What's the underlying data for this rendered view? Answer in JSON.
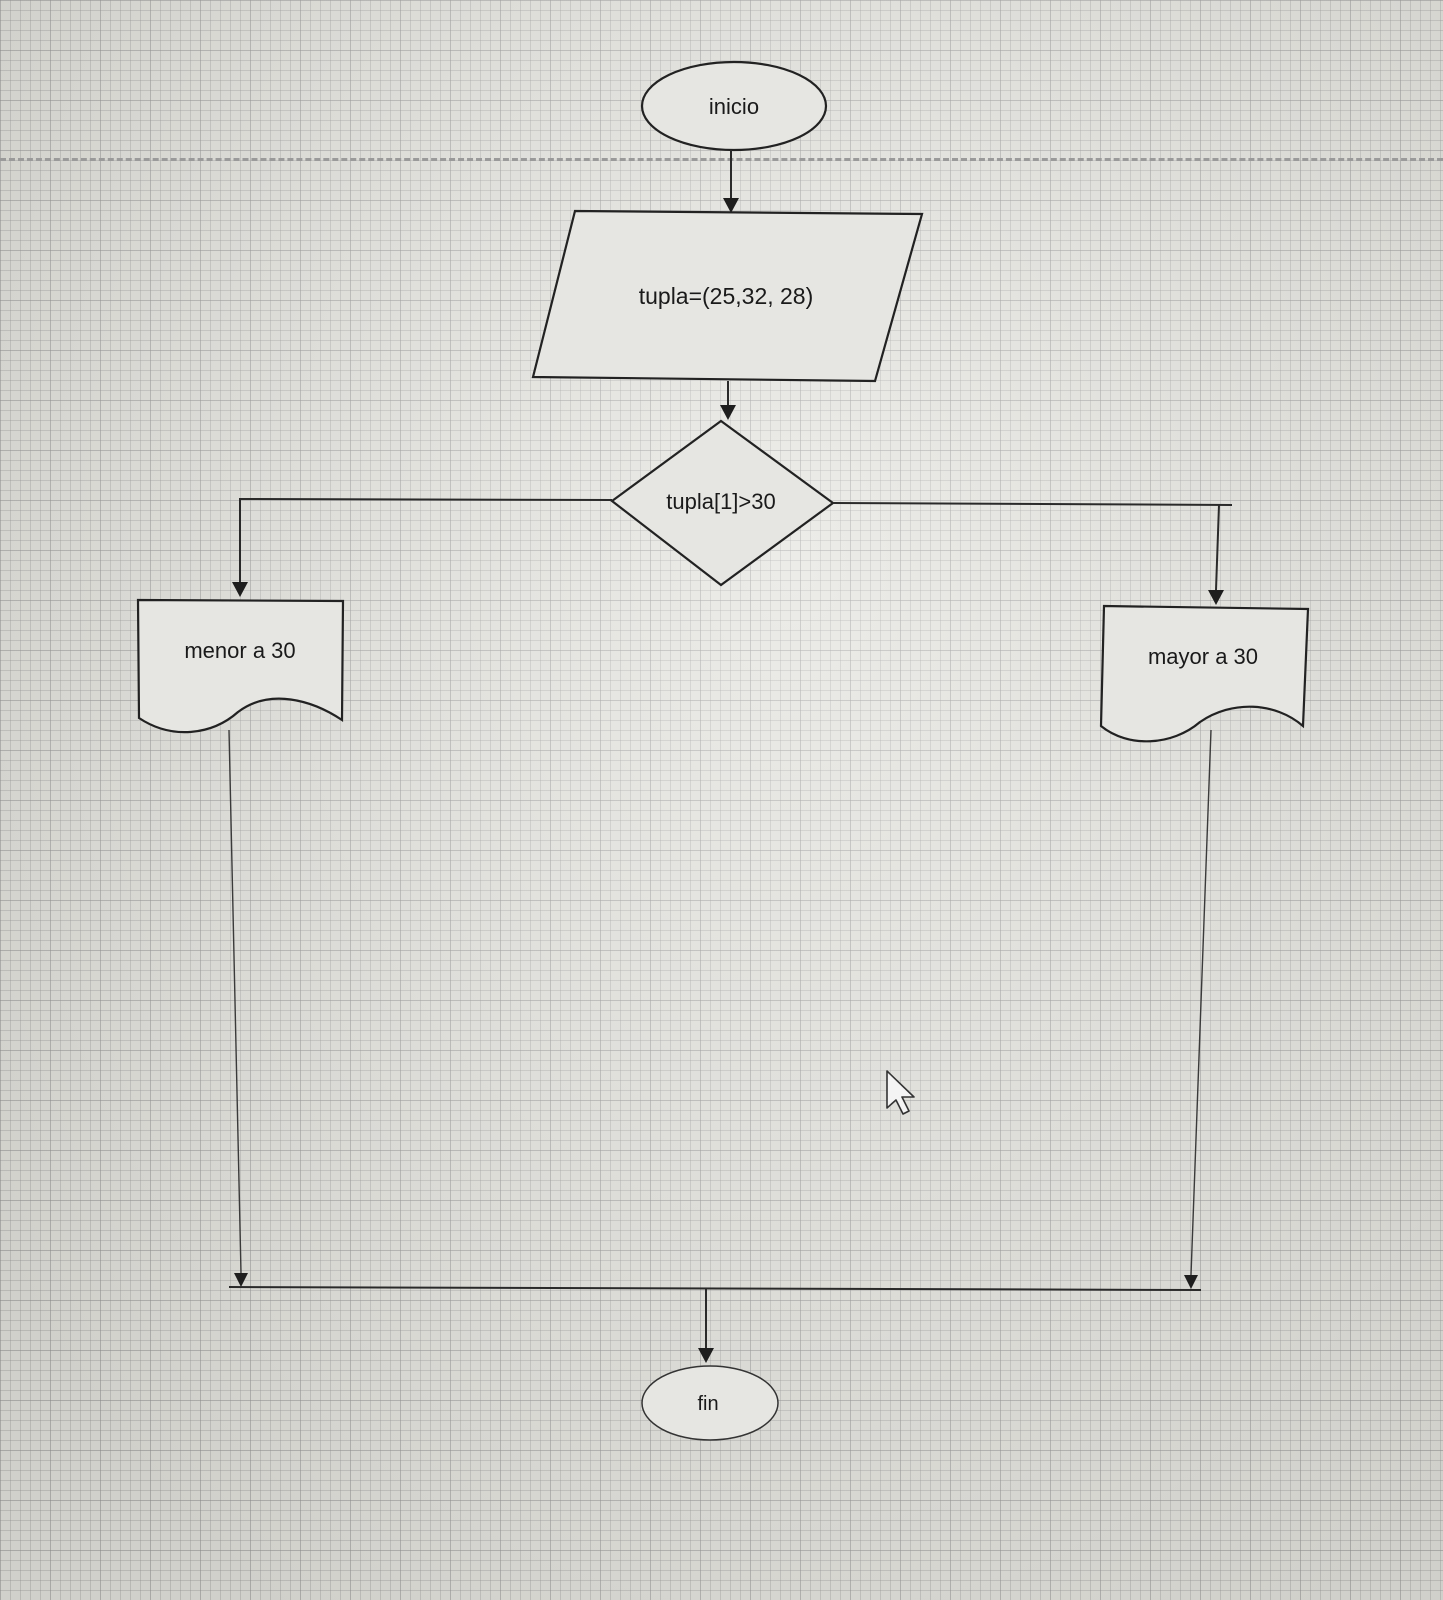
{
  "nodes": {
    "start": "inicio",
    "input": "tupla=(25,32, 28)",
    "decision": "tupla[1]>30",
    "output_left": "menor a 30",
    "output_right": "mayor a 30",
    "end": "fin"
  }
}
